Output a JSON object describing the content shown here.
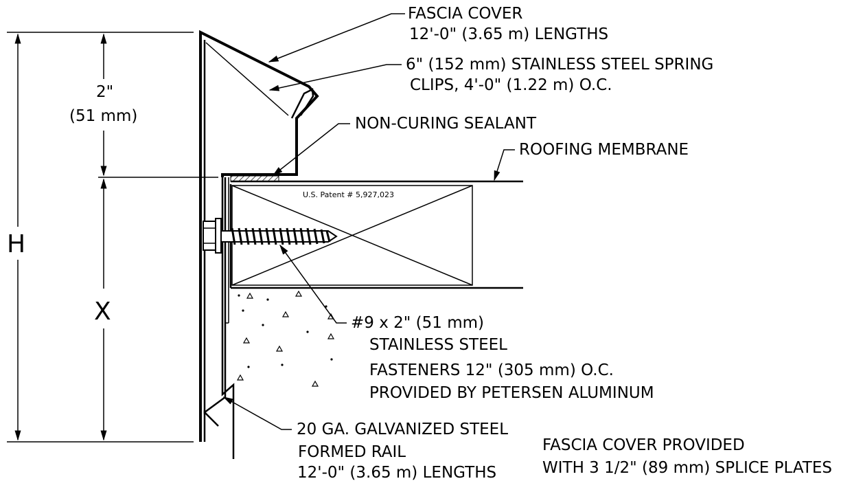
{
  "labels": {
    "fascia_cover_1": "FASCIA COVER",
    "fascia_cover_2": "12'-0\" (3.65 m) LENGTHS",
    "clips_1": "6\" (152 mm) STAINLESS STEEL SPRING",
    "clips_2": "CLIPS, 4'-0\" (1.22 m) O.C.",
    "sealant": "NON-CURING SEALANT",
    "membrane": "ROOFING MEMBRANE",
    "patent": "U.S. Patent # 5,927,023",
    "fastener_1": "#9 x 2\" (51 mm)",
    "fastener_2": "STAINLESS STEEL",
    "fastener_3": "FASTENERS 12\" (305 mm) O.C.",
    "fastener_4": "PROVIDED BY PETERSEN ALUMINUM",
    "rail_1": "20 GA. GALVANIZED STEEL",
    "rail_2": "FORMED RAIL",
    "rail_3": "12'-0\" (3.65 m) LENGTHS",
    "splice_1": "FASCIA COVER PROVIDED",
    "splice_2": "WITH 3 1/2\" (89 mm) SPLICE PLATES"
  },
  "dimensions": {
    "top_1": "2\"",
    "top_2": "(51 mm)",
    "h": "H",
    "x": "X"
  }
}
